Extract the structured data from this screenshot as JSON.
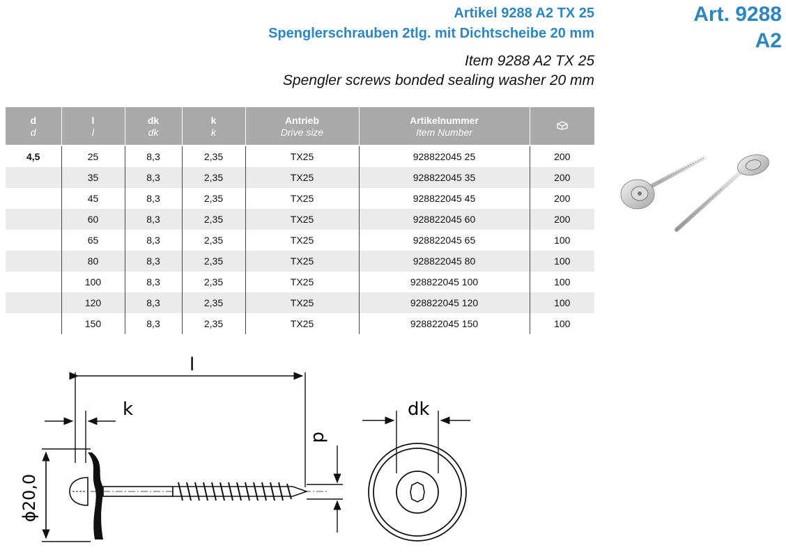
{
  "header": {
    "title_de_1": "Artikel 9288 A2 TX 25",
    "title_de_2": "Spenglerschrauben 2tlg. mit Dichtscheibe 20 mm",
    "title_en_1": "Item 9288 A2 TX 25",
    "title_en_2": "Spengler screws bonded sealing washer 20 mm",
    "art_number": "Art. 9288",
    "art_grade": "A2"
  },
  "table": {
    "headers": [
      {
        "de": "d",
        "en": "d"
      },
      {
        "de": "l",
        "en": "l"
      },
      {
        "de": "dk",
        "en": "dk"
      },
      {
        "de": "k",
        "en": "k"
      },
      {
        "de": "Antrieb",
        "en": "Drive size"
      },
      {
        "de": "Artikelnummer",
        "en": "Item Number"
      },
      {
        "icon": "package-icon"
      }
    ],
    "rows": [
      {
        "d": "4,5",
        "l": "25",
        "dk": "8,3",
        "k": "2,35",
        "drive": "TX25",
        "item": "928822045 25",
        "qty": "200"
      },
      {
        "d": "",
        "l": "35",
        "dk": "8,3",
        "k": "2,35",
        "drive": "TX25",
        "item": "928822045 35",
        "qty": "200"
      },
      {
        "d": "",
        "l": "45",
        "dk": "8,3",
        "k": "2,35",
        "drive": "TX25",
        "item": "928822045 45",
        "qty": "200"
      },
      {
        "d": "",
        "l": "60",
        "dk": "8,3",
        "k": "2,35",
        "drive": "TX25",
        "item": "928822045 60",
        "qty": "200"
      },
      {
        "d": "",
        "l": "65",
        "dk": "8,3",
        "k": "2,35",
        "drive": "TX25",
        "item": "928822045 65",
        "qty": "100"
      },
      {
        "d": "",
        "l": "80",
        "dk": "8,3",
        "k": "2,35",
        "drive": "TX25",
        "item": "928822045 80",
        "qty": "100"
      },
      {
        "d": "",
        "l": "100",
        "dk": "8,3",
        "k": "2,35",
        "drive": "TX25",
        "item": "928822045 100",
        "qty": "100"
      },
      {
        "d": "",
        "l": "120",
        "dk": "8,3",
        "k": "2,35",
        "drive": "TX25",
        "item": "928822045 120",
        "qty": "100"
      },
      {
        "d": "",
        "l": "150",
        "dk": "8,3",
        "k": "2,35",
        "drive": "TX25",
        "item": "928822045 150",
        "qty": "100"
      }
    ]
  },
  "drawing": {
    "label_l": "l",
    "label_k": "k",
    "label_d": "d",
    "label_dk": "dk",
    "label_washer": "ϕ20,0"
  },
  "colors": {
    "accent": "#2e86c1",
    "header_bg": "#a9a9a9",
    "stripe": "#ebebeb"
  },
  "icons": {
    "photo": "screw-photo",
    "qty": "package-icon"
  }
}
